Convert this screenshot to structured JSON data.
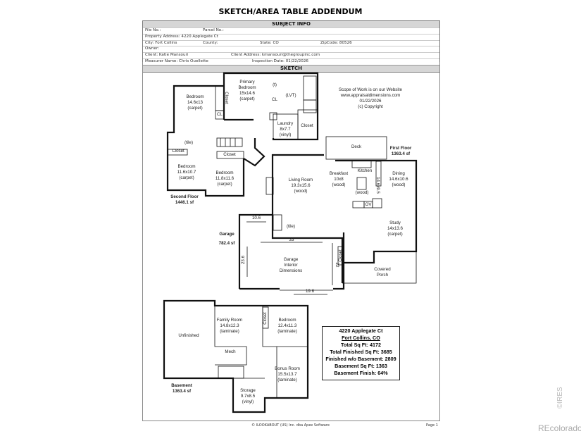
{
  "title": "SKETCH/AREA TABLE ADDENDUM",
  "subject_info": {
    "header": "SUBJECT INFO",
    "file_no": "File No.:",
    "parcel_no": "Parcel No.:",
    "property_address": "Property Address: 4220 Applegate Ct",
    "city": "City: Fort Collins",
    "county": "County:",
    "state": "State: CO",
    "zip": "ZipCode: 80526",
    "owner": "Owner:",
    "client": "Client: Katie Mansouri",
    "client_address": "Client Address: kmansouri@thegroupinc.com",
    "measurer": "Measurer Name: Chris Ouellette",
    "inspection_date": "Inspection Date: 01/22/2026"
  },
  "sketch": {
    "header": "SKETCH",
    "notes": [
      "Scope of Work is on our Website",
      "www.appraisaldimensions.com",
      "01/22/2026",
      "(c) Copyright"
    ],
    "second_floor": {
      "label": "Second Floor",
      "area": "1446.1 sf",
      "rooms": [
        {
          "name": "Primary",
          "l2": "Bedroom",
          "dim": "15x14.6",
          "floor": "(carpet)"
        },
        {
          "name": "Bedroom",
          "dim": "14.6x13",
          "floor": "(carpet)"
        },
        {
          "name": "Bedroom",
          "dim": "11.6x10.7",
          "floor": "(carpet)"
        },
        {
          "name": "Bedroom",
          "dim": "11.8x11.6",
          "floor": "(carpet)"
        },
        {
          "name": "Laundry",
          "dim": "8x7.7",
          "floor": "(vinyl)"
        }
      ],
      "misc": [
        "Closet",
        "CL",
        "CL",
        "(t)",
        "(LVT)",
        "Closet",
        "(tile)",
        "Closet",
        "Closet"
      ]
    },
    "first_floor": {
      "label": "First Floor",
      "area": "1363.4 sf",
      "rooms": [
        {
          "name": "Living Room",
          "dim": "19.3x15.6",
          "floor": "(wood)"
        },
        {
          "name": "Breakfast",
          "dim": "10x8",
          "floor": "(wood)"
        },
        {
          "name": "Kitchen",
          "dim": "14.6x9.5",
          "floor": "(wood)"
        },
        {
          "name": "Dining",
          "dim": "14.6x10.6",
          "floor": "(wood)"
        },
        {
          "name": "Study",
          "dim": "14x13.6",
          "floor": "(carpet)"
        }
      ],
      "misc": [
        "Deck",
        "OV",
        "(tile)",
        "Closet",
        "Covered",
        "Porch"
      ]
    },
    "garage": {
      "label": "Garage",
      "area": "782.4 sf",
      "text": [
        "Garage",
        "Interior",
        "Dimensions"
      ],
      "dims": [
        "10.6",
        "33",
        "23.6",
        "22",
        "19.6"
      ]
    },
    "basement": {
      "label": "Basement",
      "area": "1363.4 sf",
      "rooms": [
        {
          "name": "Family Room",
          "dim": "14.8x12.3",
          "floor": "(laminate)"
        },
        {
          "name": "Bedroom",
          "dim": "12.4x11.3",
          "floor": "(laminate)"
        },
        {
          "name": "Bonus Room",
          "dim": "15.5x13.7",
          "floor": "(laminate)"
        },
        {
          "name": "Storage",
          "dim": "9.7x8.5",
          "floor": "(vinyl)"
        }
      ],
      "misc": [
        "Unfinished",
        "Mech",
        "Closet"
      ]
    },
    "summary": [
      "4220 Applegate Ct",
      "Fort Collins, CO",
      "Total Sq Ft: 4172",
      "Total Finished Sq Ft: 3685",
      "Finished w/o Basement: 2809",
      "Basement Sq Ft: 1363",
      "Basement Finish: 64%"
    ]
  },
  "footer": {
    "copyright": "© ILOOKABOUT (US) Inc. dba Apex Software",
    "page": "Page 1"
  },
  "watermark": {
    "ires": "©IRES",
    "recolorado": "REcolorado"
  }
}
